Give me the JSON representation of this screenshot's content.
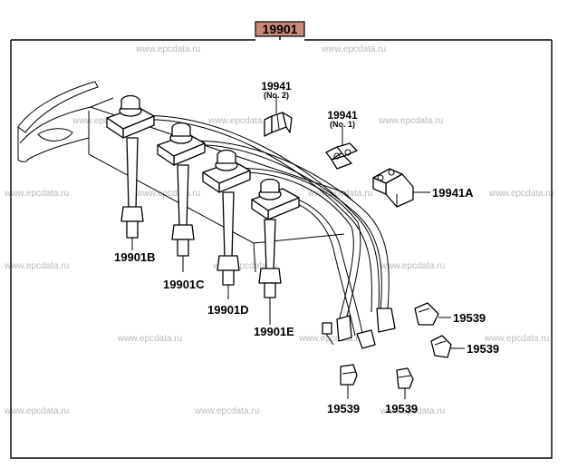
{
  "diagram": {
    "main_part": "19901",
    "highlight_color": "#c98a78",
    "labels": {
      "p19941_no2": "19941",
      "p19941_no2_sub": "(No. 2)",
      "p19941_no1": "19941",
      "p19941_no1_sub": "(No. 1)",
      "p19941a": "19941A",
      "p19901b": "19901B",
      "p19901c": "19901C",
      "p19901d": "19901D",
      "p19901e": "19901E",
      "p19539_1": "19539",
      "p19539_2": "19539",
      "p19539_3": "19539",
      "p19539_4": "19539"
    },
    "watermark": "www.epcdata.ru"
  }
}
